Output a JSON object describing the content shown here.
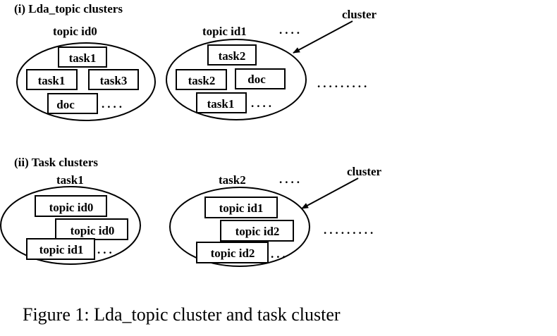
{
  "section1": {
    "heading": "(i) Lda_topic clusters",
    "left_cluster": {
      "title": "topic id0",
      "items": [
        "task1",
        "task1",
        "task3",
        "doc"
      ],
      "trail": "...."
    },
    "right_cluster": {
      "title": "topic id1",
      "title_trail": "....",
      "items": [
        "task2",
        "task2",
        "doc",
        "task1"
      ],
      "trail": "...."
    },
    "outer_trail": ".........",
    "pointer_label": "cluster"
  },
  "section2": {
    "heading": "(ii) Task clusters",
    "left_cluster": {
      "title": "task1",
      "items": [
        "topic id0",
        "topic id0",
        "topic id1"
      ],
      "trail": "..."
    },
    "right_cluster": {
      "title": "task2",
      "title_trail": "....",
      "items": [
        "topic id1",
        "topic id2",
        "topic id2"
      ],
      "trail": "..."
    },
    "outer_trail": ".........",
    "pointer_label": "cluster"
  },
  "caption": "Figure 1: Lda_topic cluster and task cluster"
}
